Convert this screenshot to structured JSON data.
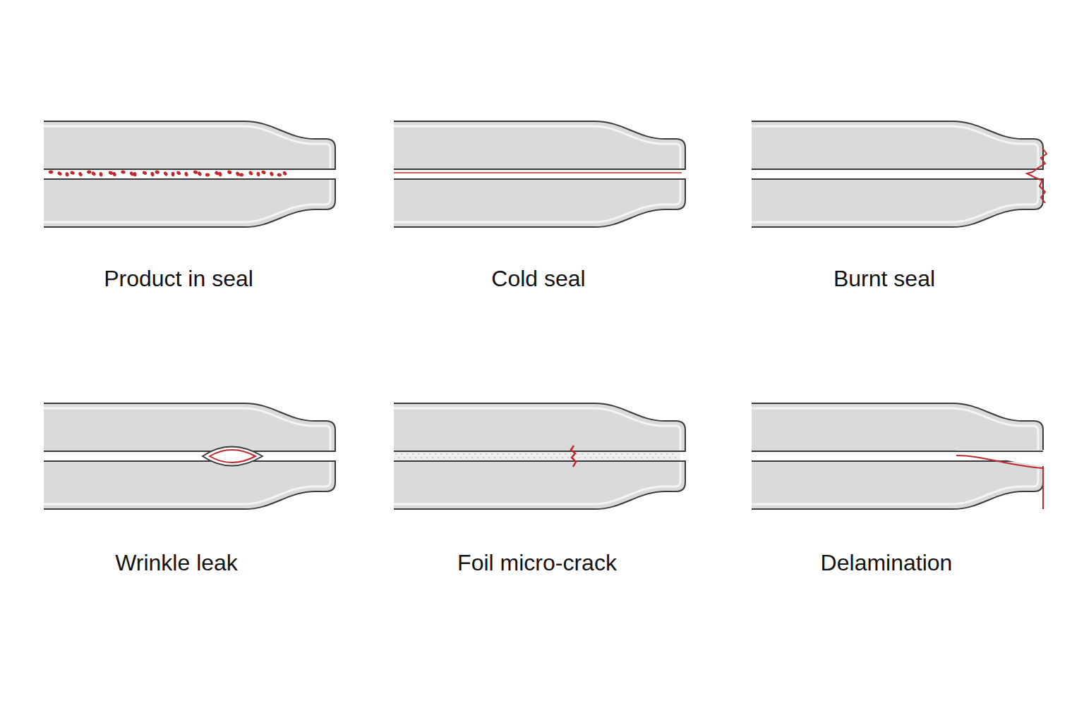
{
  "diagram": {
    "labels": [
      "Product in seal",
      "Cold seal",
      "Burnt seal",
      "Wrinkle leak",
      "Foil micro-crack",
      "Delamination"
    ]
  }
}
